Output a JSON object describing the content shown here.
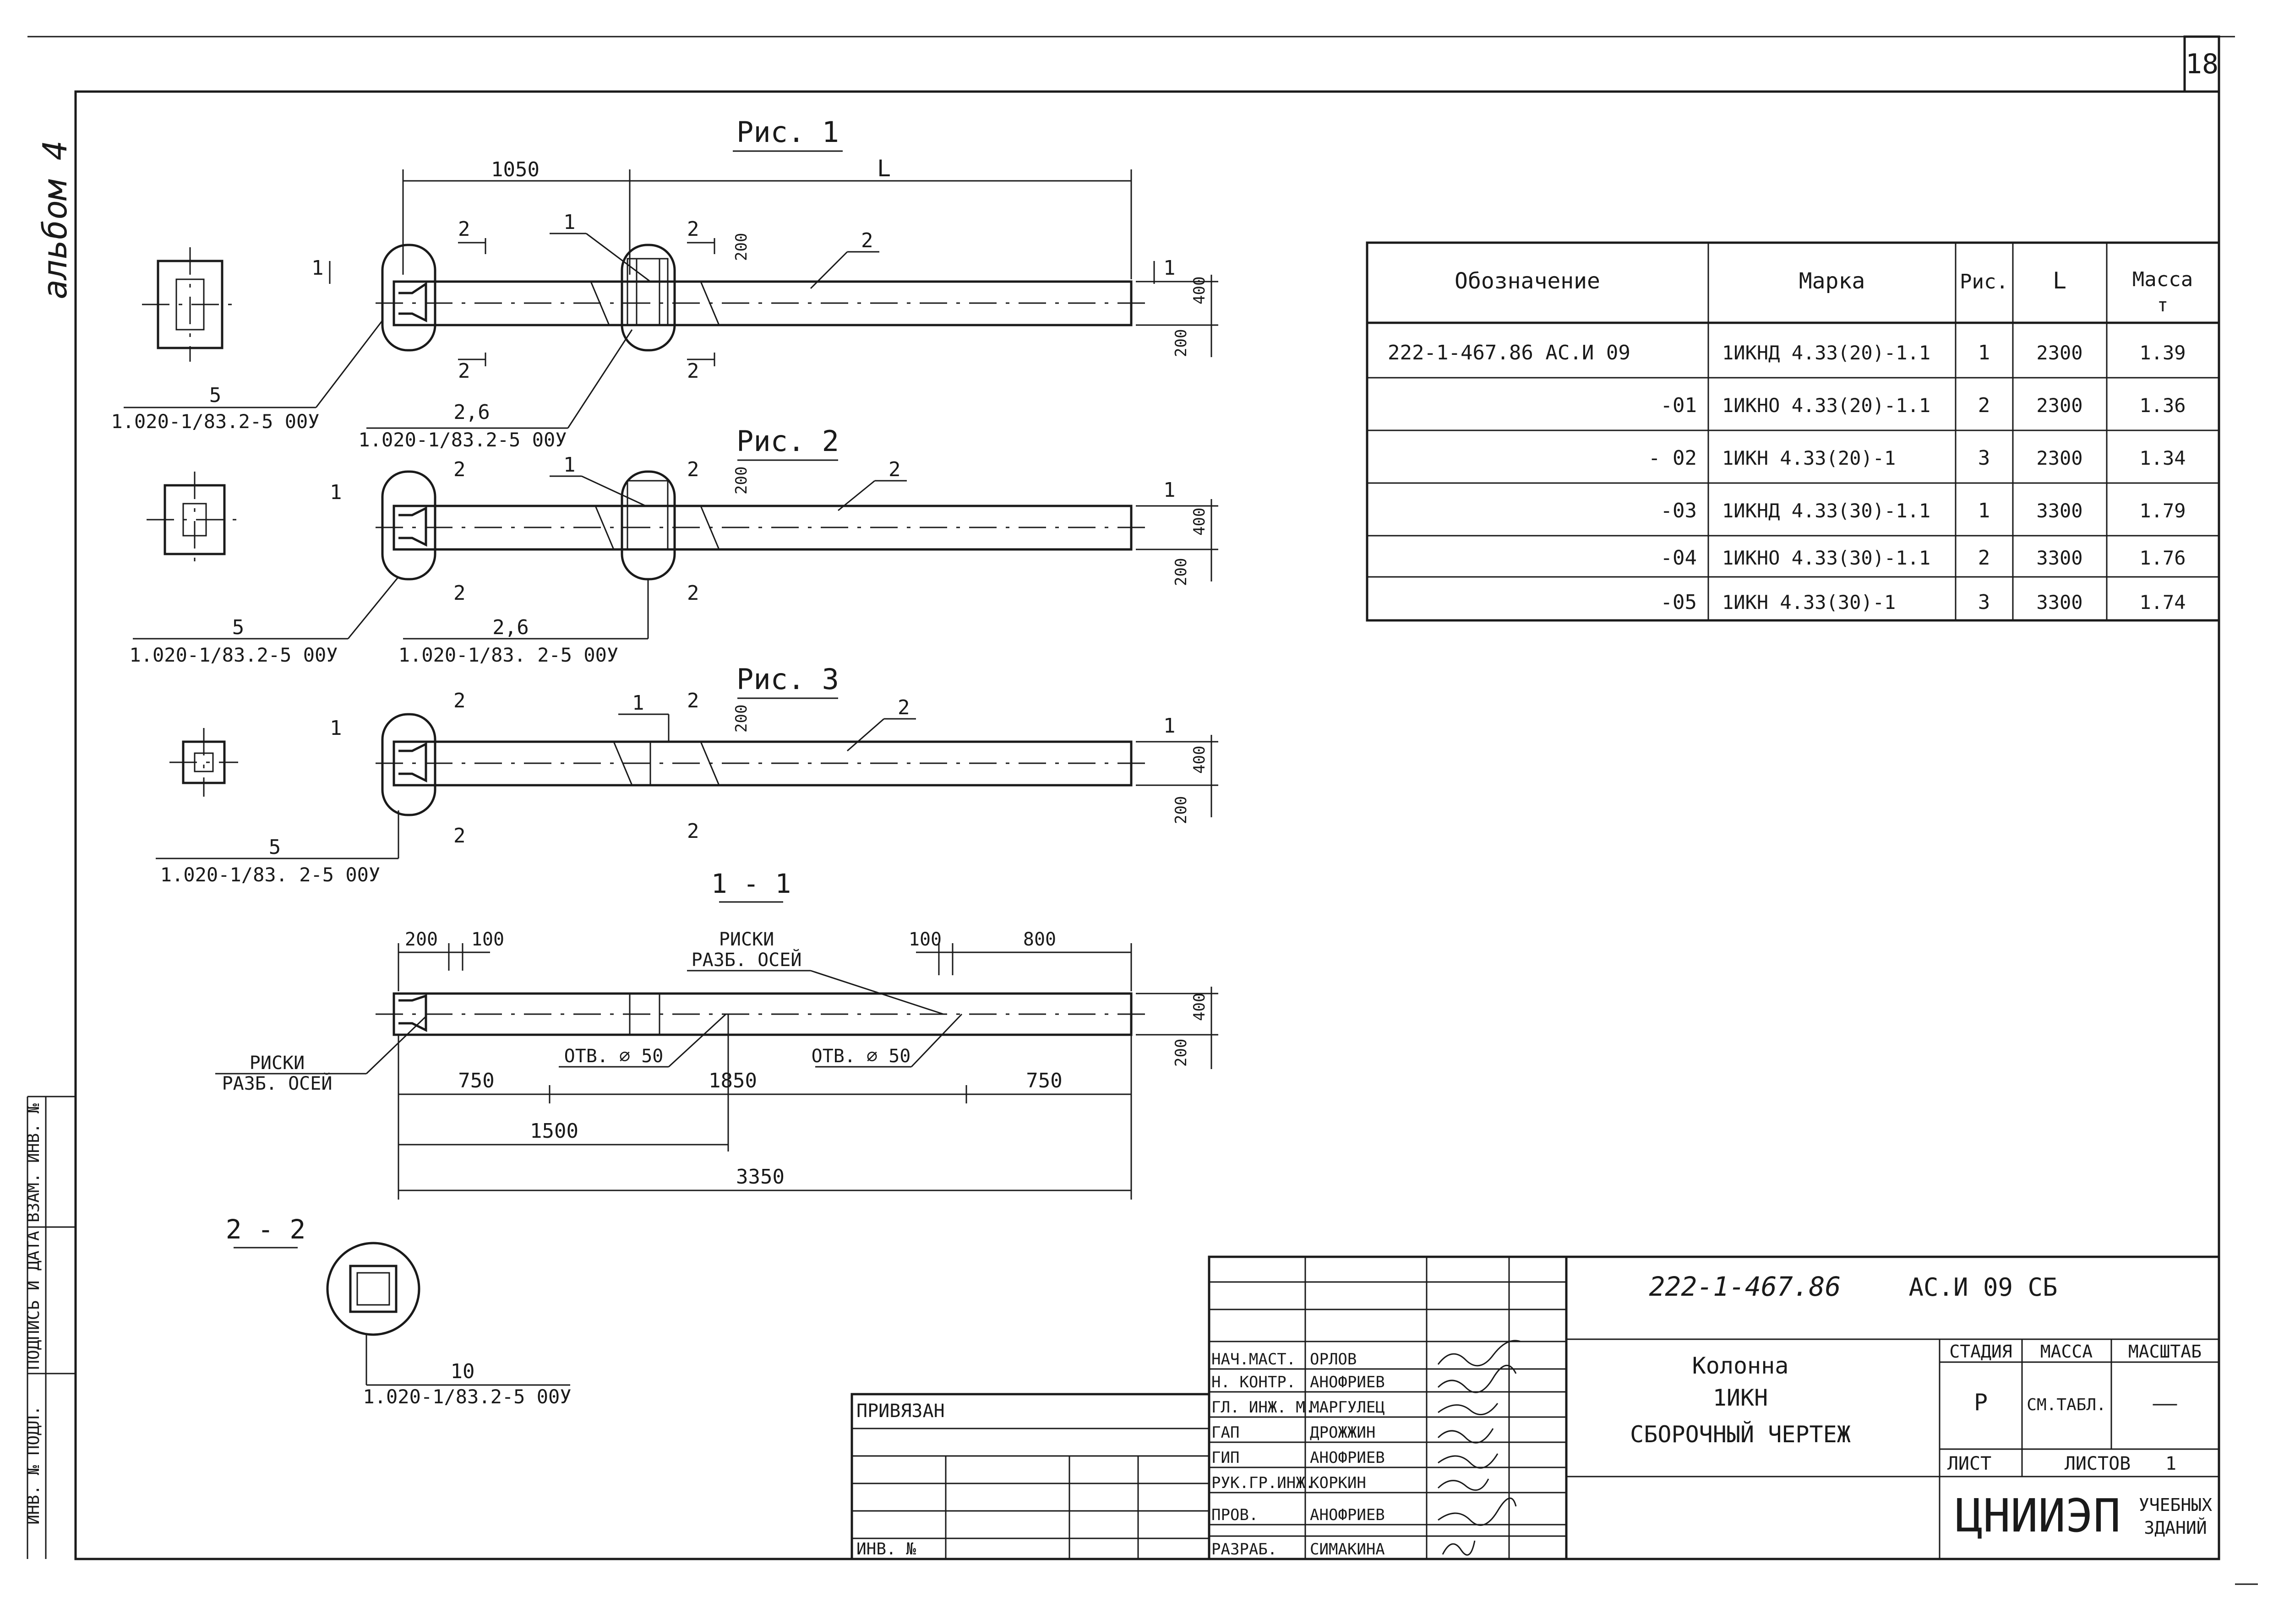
{
  "sheet": {
    "number": "18",
    "album": "альбом 4"
  },
  "figures": {
    "fig1": {
      "title": "Рис. 1",
      "dim_1050": "1050",
      "dim_L": "L",
      "lbl_1": "1",
      "lbl_2": "2",
      "callout_a_num": "5",
      "callout_a_ref": "1.020-1/83.2-5 00У",
      "callout_b_num": "2,6",
      "callout_b_ref": "1.020-1/83.2-5 00У"
    },
    "fig2": {
      "title": "Рис. 2",
      "lbl_1": "1",
      "lbl_2": "2",
      "callout_a_num": "5",
      "callout_a_ref": "1.020-1/83.2-5 00У",
      "callout_b_num": "2,6",
      "callout_b_ref": "1.020-1/83. 2-5 00У"
    },
    "fig3": {
      "title": "Рис. 3",
      "lbl_1": "1",
      "lbl_2": "2",
      "callout_a_num": "5",
      "callout_a_ref": "1.020-1/83. 2-5 00У"
    },
    "sec11": {
      "title": "1 - 1",
      "d200": "200",
      "d100": "100",
      "d100b": "100",
      "d800": "800",
      "riski_top_1": "РИСКИ",
      "riski_top_2": "РАЗБ. ОСЕЙ",
      "riski_left_1": "РИСКИ",
      "riski_left_2": "РАЗБ. ОСЕЙ",
      "otv1": "ОТВ. ⌀ 50",
      "otv2": "ОТВ. ⌀ 50",
      "d750a": "750",
      "d1850": "1850",
      "d750b": "750",
      "d1500": "1500",
      "d3350": "3350"
    },
    "sec22": {
      "title": "2 - 2",
      "callout_num": "10",
      "callout_ref": "1.020-1/83.2-5 00У"
    },
    "common": {
      "sec1": "1",
      "sec2": "2",
      "h200": "200",
      "h400": "400"
    }
  },
  "spec_table": {
    "headers": [
      "Обозначение",
      "Марка",
      "Рис.",
      "L",
      "Масса",
      "т"
    ],
    "rows": [
      {
        "designation": "222-1-467.86  АС.И 09",
        "mark": "1ИКНД 4.33(20)-1.1",
        "fig": "1",
        "L": "2300",
        "mass": "1.39"
      },
      {
        "designation": "-01",
        "mark": "1ИКНО 4.33(20)-1.1",
        "fig": "2",
        "L": "2300",
        "mass": "1.36"
      },
      {
        "designation": "- 02",
        "mark": "1ИКН 4.33(20)-1",
        "fig": "3",
        "L": "2300",
        "mass": "1.34"
      },
      {
        "designation": "-03",
        "mark": "1ИКНД 4.33(30)-1.1",
        "fig": "1",
        "L": "3300",
        "mass": "1.79"
      },
      {
        "designation": "-04",
        "mark": "1ИКНО 4.33(30)-1.1",
        "fig": "2",
        "L": "3300",
        "mass": "1.76"
      },
      {
        "designation": "-05",
        "mark": "1ИКН 4.33(30)-1",
        "fig": "3",
        "L": "3300",
        "mass": "1.74"
      }
    ]
  },
  "title_block": {
    "doc_number": "222-1-467.86",
    "doc_code": "АС.И 09 СБ",
    "title_line1": "Колонна",
    "title_line2": "1ИКН",
    "title_line3": "СБОРОЧНЫЙ   ЧЕРТЕЖ",
    "stage_header": "СТАДИЯ",
    "mass_header": "МАССА",
    "scale_header": "МАСШТАБ",
    "stage_value": "Р",
    "mass_value": "СМ.ТАБЛ.",
    "scale_value": "——",
    "sheet_label": "ЛИСТ",
    "sheets_label": "ЛИСТОВ",
    "sheets_value": "1",
    "org_main": "ЦНИИЭП",
    "org_sub1": "УЧЕБНЫХ",
    "org_sub2": "ЗДАНИЙ",
    "privyazan": "ПРИВЯЗАН",
    "inv_no": "ИНВ. №",
    "roles": [
      {
        "role": "НАЧ.МАСТ.",
        "name": "ОРЛОВ"
      },
      {
        "role": "Н. КОНТР.",
        "name": "АНОФРИЕВ"
      },
      {
        "role": "ГЛ. ИНЖ. М.",
        "name": "МАРГУЛЕЦ"
      },
      {
        "role": "ГАП",
        "name": "ДРОЖЖИН"
      },
      {
        "role": "ГИП",
        "name": "АНОФРИЕВ"
      },
      {
        "role": "РУК.ГР.ИНЖ.",
        "name": "КОРКИН"
      },
      {
        "role": "ПРОВ.",
        "name": "АНОФРИЕВ"
      },
      {
        "role": "РАЗРАБ.",
        "name": "СИМАКИНА"
      }
    ]
  },
  "left_strip": {
    "label1": "ИНВ. № ПОДЛ.",
    "label2": "ПОДПИСЬ И ДАТА",
    "label3": "ВЗАМ. ИНВ. №"
  }
}
